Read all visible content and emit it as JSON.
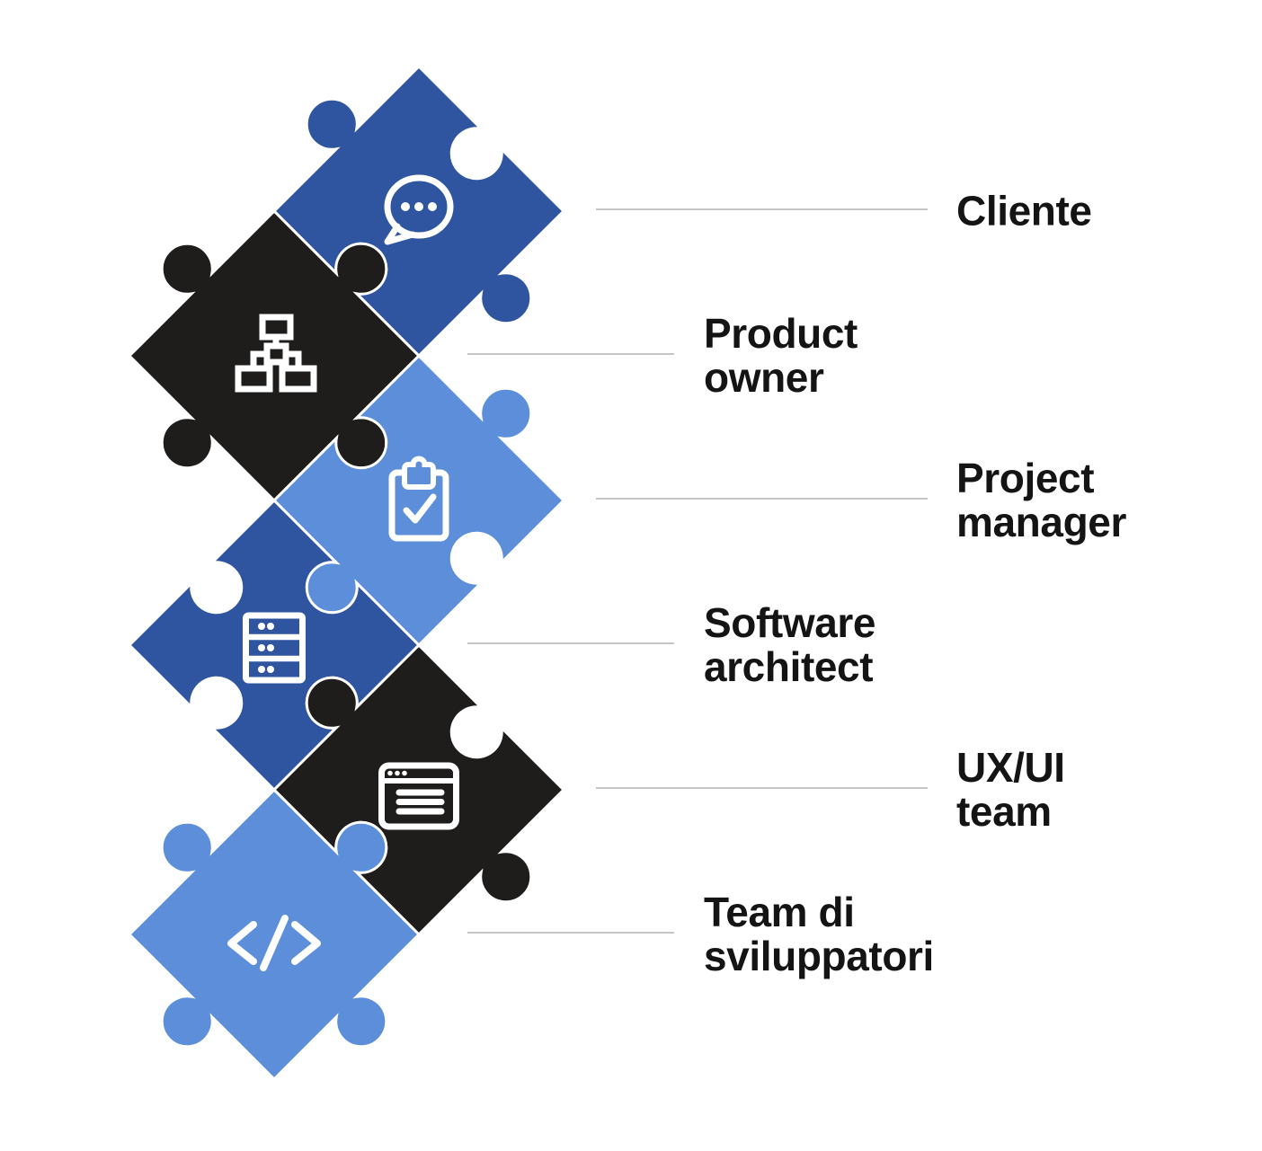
{
  "diagram": {
    "description": "Puzzle pieces chain with software team roles",
    "colors": {
      "blue": "#2F55A0",
      "light_blue": "#5C8ED9",
      "black": "#1F1C1C",
      "icon_stroke": "#FFFFFF",
      "seam": "#FFFFFF",
      "connector_line": "#C6C6C6",
      "label_text": "#141414",
      "background": "#FFFFFF"
    },
    "pieces": [
      {
        "id": "cliente",
        "label": "Cliente",
        "label_lines": [
          "Cliente"
        ],
        "color": "#2F55A0",
        "color_name": "blue",
        "icon": "chat-bubble-icon"
      },
      {
        "id": "product-owner",
        "label": "Product owner",
        "label_lines": [
          "Product",
          "owner"
        ],
        "color": "#1F1C1C",
        "color_name": "black",
        "icon": "sitemap-icon"
      },
      {
        "id": "project-manager",
        "label": "Project manager",
        "label_lines": [
          "Project",
          "manager"
        ],
        "color": "#5C8ED9",
        "color_name": "light-blue",
        "icon": "clipboard-check-icon"
      },
      {
        "id": "software-architect",
        "label": "Software architect",
        "label_lines": [
          "Software",
          "architect"
        ],
        "color": "#2F55A0",
        "color_name": "blue",
        "icon": "server-icon"
      },
      {
        "id": "ux-ui-team",
        "label": "UX/UI team",
        "label_lines": [
          "UX/UI",
          "team"
        ],
        "color": "#1F1C1C",
        "color_name": "black",
        "icon": "browser-window-icon"
      },
      {
        "id": "team-sviluppatori",
        "label": "Team di sviluppatori",
        "label_lines": [
          "Team di",
          "sviluppatori"
        ],
        "color": "#5C8ED9",
        "color_name": "light-blue",
        "icon": "code-icon"
      }
    ]
  }
}
